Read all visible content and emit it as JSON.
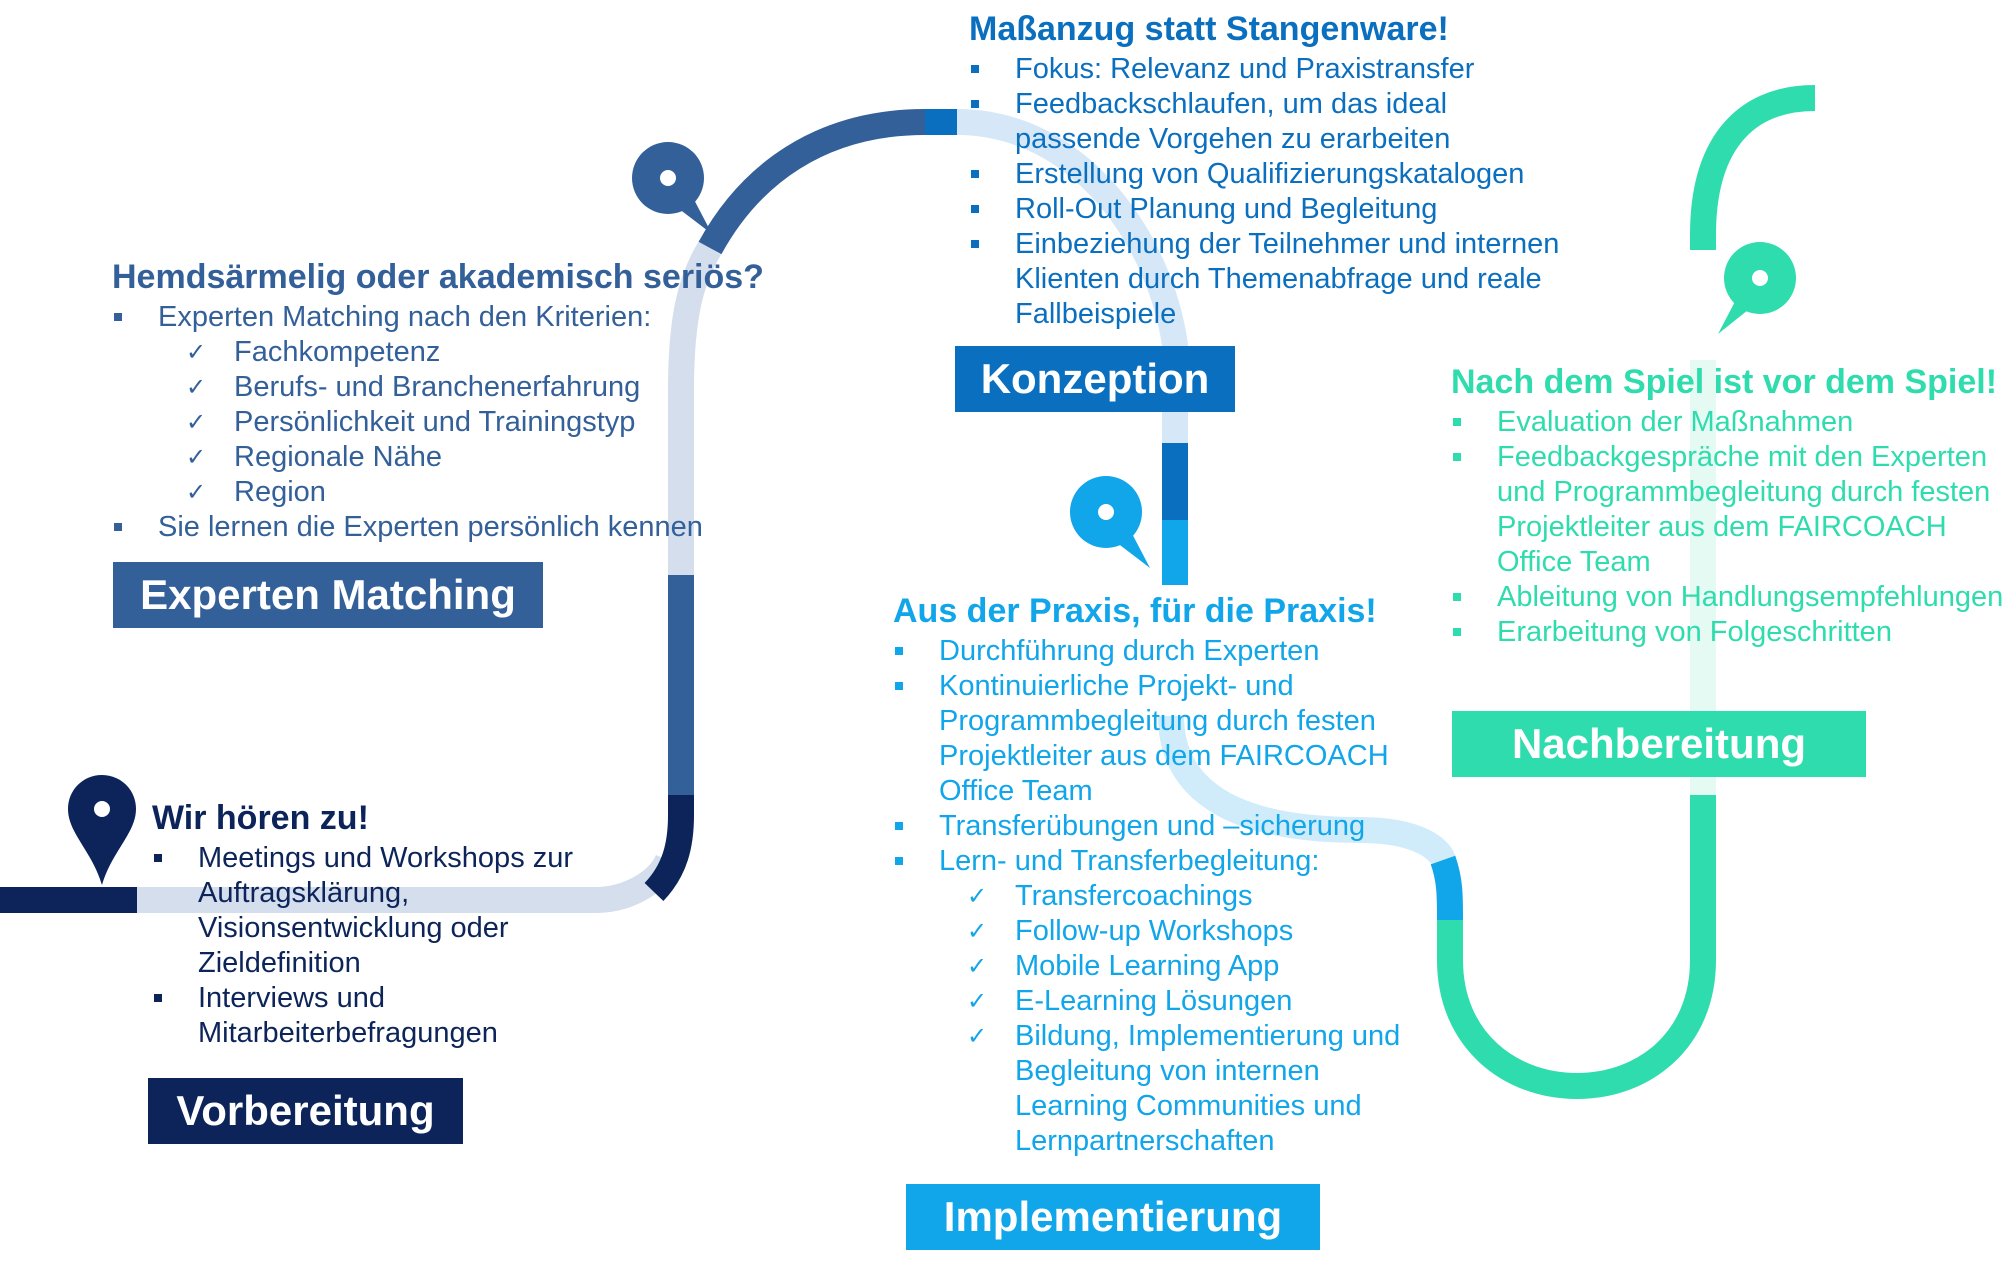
{
  "colors": {
    "vorbereitung": "#0c2459",
    "experten_matching": "#34609a",
    "konzeption": "#0b6fbf",
    "implementierung": "#11a5e9",
    "nachbereitung": "#2fdcad"
  },
  "stages": {
    "vorbereitung": {
      "label": "Vorbereitung",
      "heading": "Wir hören zu!",
      "items": [
        "Meetings und Workshops zur Auftragsklärung, Visionsentwicklung oder Zieldefinition",
        "Interviews und Mitarbeiterbefragungen"
      ]
    },
    "experten_matching": {
      "label": "Experten Matching",
      "heading": "Hemdsärmelig oder akademisch seriös?",
      "item1": "Experten Matching nach den Kriterien:",
      "criteria": [
        "Fachkompetenz",
        "Berufs- und Branchenerfahrung",
        "Persönlichkeit und Trainingstyp",
        "Regionale Nähe",
        "Region"
      ],
      "item2": "Sie lernen die Experten persönlich kennen"
    },
    "konzeption": {
      "label": "Konzeption",
      "heading": "Maßanzug statt Stangenware!",
      "items": [
        "Fokus: Relevanz und Praxistransfer",
        "Feedbackschlaufen, um das ideal passende Vorgehen zu erarbeiten",
        "Erstellung von Qualifizierungskatalogen",
        "Roll-Out Planung und Begleitung",
        "Einbeziehung der Teilnehmer und internen Klienten durch Themenabfrage und reale Fallbeispiele"
      ]
    },
    "implementierung": {
      "label": "Implementierung",
      "heading": "Aus der Praxis, für die Praxis!",
      "items": [
        "Durchführung durch Experten",
        "Kontinuierliche Projekt- und Programmbegleitung durch festen Projektleiter aus dem FAIRCOACH Office Team",
        "Transferübungen und –sicherung",
        "Lern- und Transferbegleitung:"
      ],
      "sub_items": [
        "Transfercoachings",
        "Follow-up Workshops",
        "Mobile Learning App",
        "E-Learning Lösungen",
        "Bildung, Implementierung und Begleitung von internen Learning Communities und Lernpartnerschaften"
      ]
    },
    "nachbereitung": {
      "label": "Nachbereitung",
      "heading": "Nach dem Spiel ist vor dem Spiel!",
      "items": [
        "Evaluation der Maßnahmen",
        "Feedbackgespräche mit den Experten und Programmbegleitung durch festen Projektleiter aus dem FAIRCOACH Office Team",
        "Ableitung von Handlungsempfehlungen",
        "Erarbeitung von Folgeschritten"
      ]
    }
  }
}
